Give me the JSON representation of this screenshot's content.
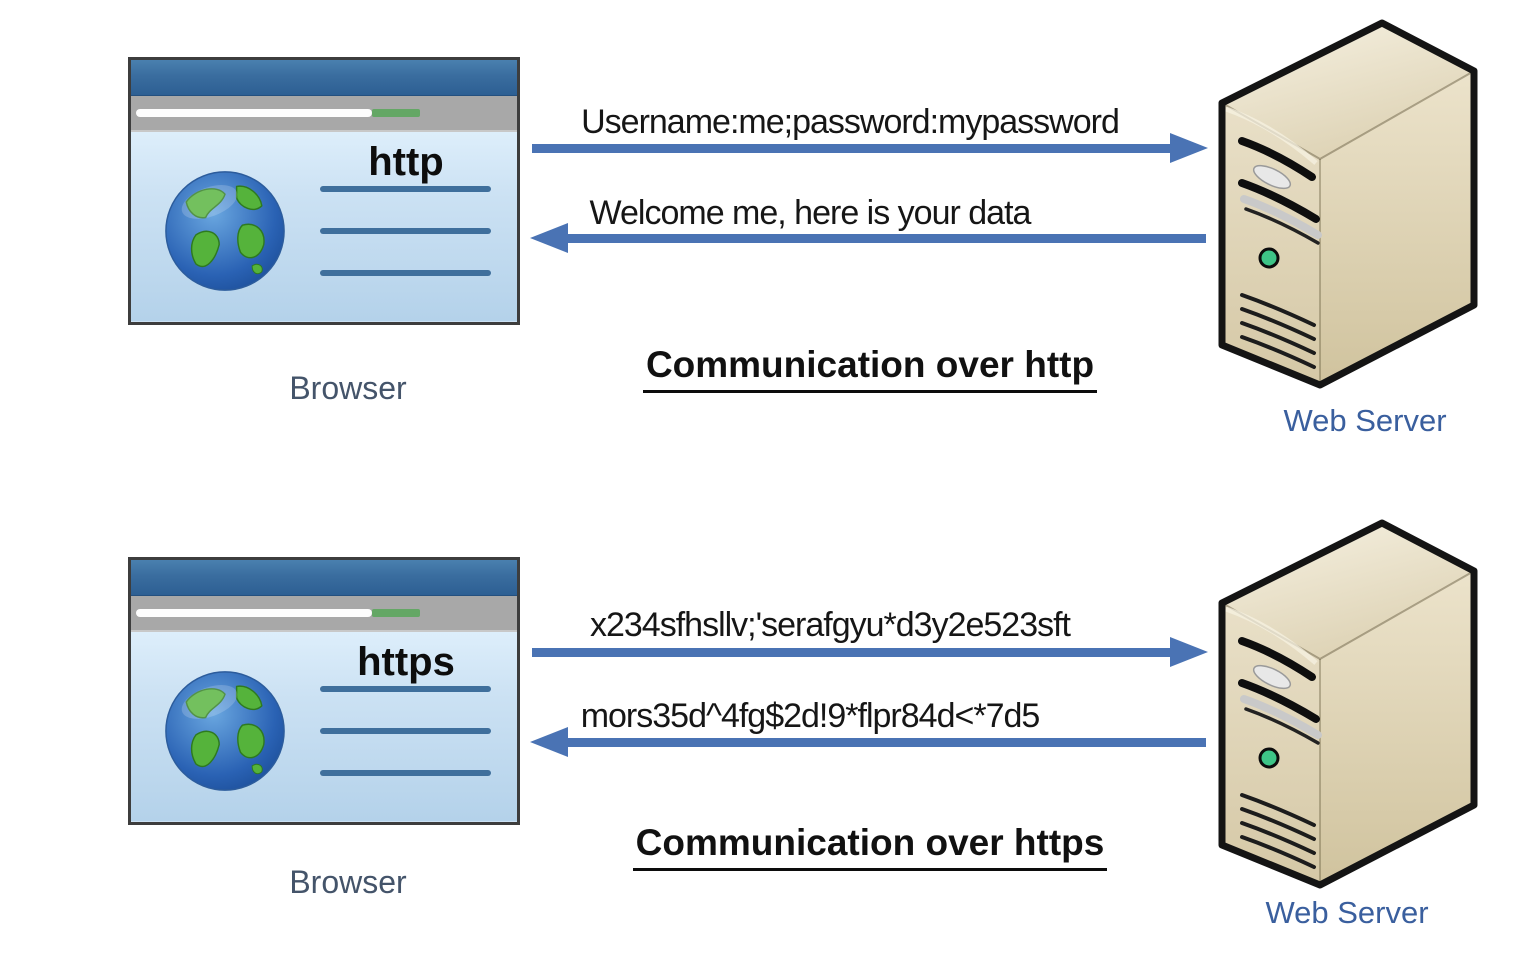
{
  "diagram": {
    "sections": [
      {
        "protocol": "http",
        "browser_label": "Browser",
        "request_message": "Username:me;password:mypassword",
        "response_message": "Welcome me, here is your data",
        "caption": "Communication over http",
        "server_label": "Web Server"
      },
      {
        "protocol": "https",
        "browser_label": "Browser",
        "request_message": "x234sfhsllv;'serafgyu*d3y2e523sft",
        "response_message": "mors35d^4fg$2d!9*flpr84d<*7d5",
        "caption": "Communication over https",
        "server_label": "Web Server"
      }
    ],
    "icons": {
      "browser_globe": "globe-icon",
      "web_server": "server-tower-icon"
    },
    "colors": {
      "arrow": "#4a73b4",
      "caption_text": "#111111",
      "message_text": "#161616",
      "browser_label": "#44546a",
      "server_label": "#3a5f9e",
      "browser_titlebar": "#3a6d9f",
      "browser_addressbar": "#a8a8a8",
      "progress_green": "#64a765",
      "content_lines": "#3f6f9c",
      "server_body": "#e3d8bb"
    }
  }
}
